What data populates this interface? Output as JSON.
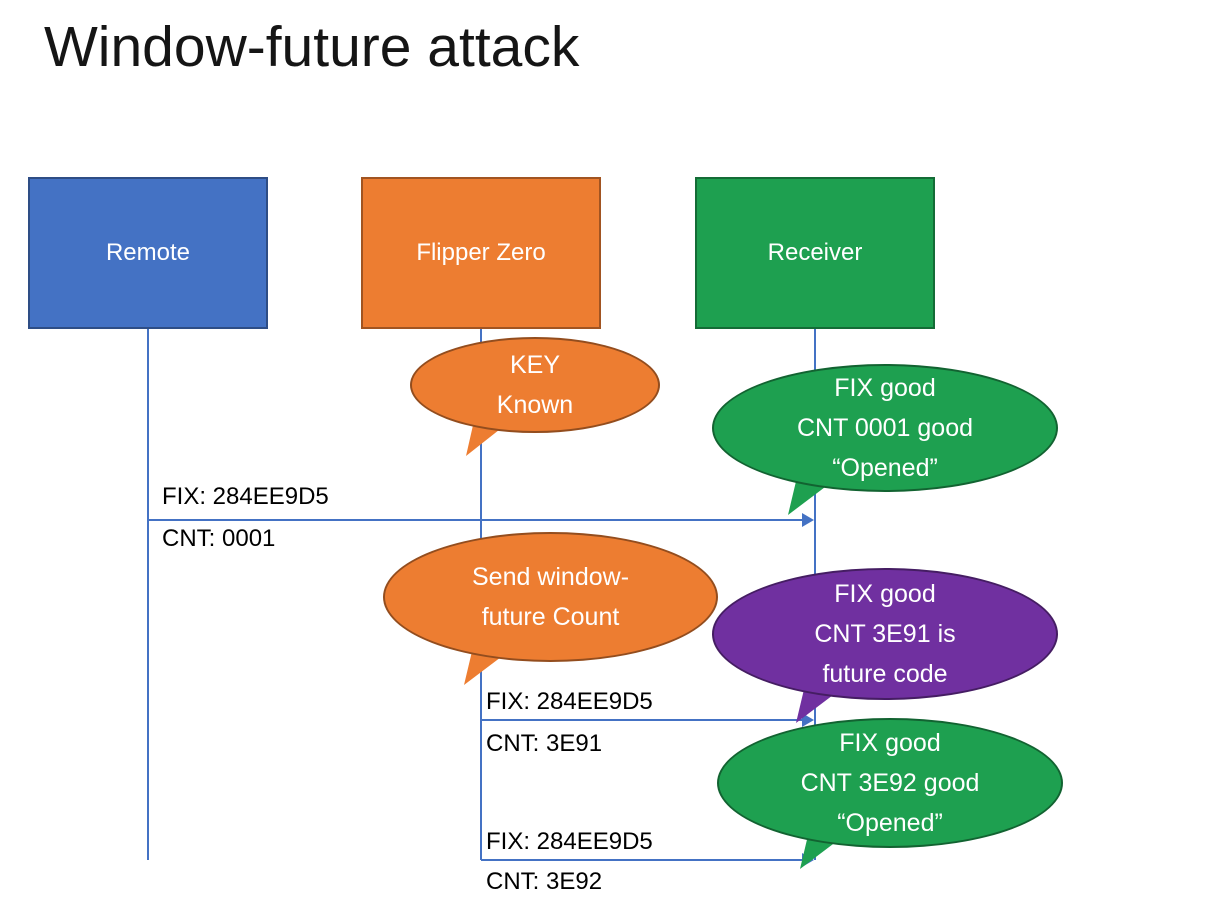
{
  "slide": {
    "title": "Window-future attack"
  },
  "colors": {
    "blue": "#4472C4",
    "orange": "#ED7D31",
    "green": "#1EA050",
    "purple": "#7030A0",
    "connector": "#4472C4",
    "text_dark": "#000000",
    "text_light": "#ffffff"
  },
  "actors": [
    {
      "label": "Remote",
      "color": "#4472C4"
    },
    {
      "label": "Flipper Zero",
      "color": "#ED7D31"
    },
    {
      "label": "Receiver",
      "color": "#1EA050"
    }
  ],
  "bubbles": [
    {
      "color": "#ED7D31",
      "lines": [
        "KEY",
        "Known"
      ]
    },
    {
      "color": "#1EA050",
      "lines": [
        "FIX good",
        "CNT 0001 good",
        "“Opened”"
      ]
    },
    {
      "color": "#ED7D31",
      "lines": [
        "Send window-",
        "future Count"
      ]
    },
    {
      "color": "#7030A0",
      "lines": [
        "FIX good",
        "CNT 3E91 is",
        "future code"
      ]
    },
    {
      "color": "#1EA050",
      "lines": [
        "FIX good",
        "CNT 3E92 good",
        "“Opened”"
      ]
    }
  ],
  "messages": [
    {
      "fix": "FIX: 284EE9D5",
      "cnt": "CNT: 0001"
    },
    {
      "fix": "FIX: 284EE9D5",
      "cnt": "CNT: 3E91"
    },
    {
      "fix": "FIX: 284EE9D5",
      "cnt": "CNT: 3E92"
    }
  ]
}
